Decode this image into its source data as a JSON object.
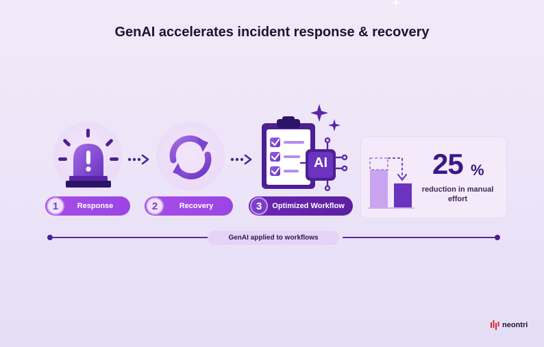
{
  "title": "GenAI accelerates incident response & recovery",
  "steps": [
    {
      "number": "1",
      "label": "Response"
    },
    {
      "number": "2",
      "label": "Recovery"
    },
    {
      "number": "3",
      "label": "Optimized Workflow"
    }
  ],
  "icons": {
    "step1": "alarm-siren-icon",
    "step2": "refresh-cycle-icon",
    "step3": "ai-checklist-icon"
  },
  "ai_badge": "AI",
  "stat": {
    "value": "25",
    "unit": "%",
    "description": "reduction in manual effort"
  },
  "timeline_label": "GenAI applied to workflows",
  "brand": "neontri",
  "colors": {
    "accent": "#9a45e3",
    "dark_accent": "#3a168a",
    "brand_red": "#d9242b"
  }
}
